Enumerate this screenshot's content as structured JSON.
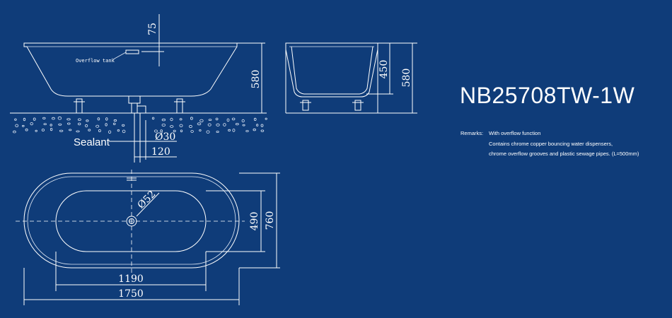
{
  "model": "NB25708TW-1W",
  "remarks": {
    "label": "Remarks:",
    "lines": [
      "With overflow function",
      "Contains chrome copper bouncing water dispensers,",
      "chrome overflow grooves and plastic sewage pipes.  (L=500mm)"
    ]
  },
  "labels": {
    "overflow_tank": "Overflow tank",
    "sealant": "Sealant"
  },
  "dimensions": {
    "overflow_height": "75",
    "front_height": "580",
    "side_inner_depth": "450",
    "side_height": "580",
    "drain_diameter": "Ø30",
    "drain_offset": "120",
    "outlet_diameter": "Ø52",
    "inner_width": "490",
    "outer_width": "760",
    "inner_length": "1190",
    "outer_length": "1750"
  }
}
